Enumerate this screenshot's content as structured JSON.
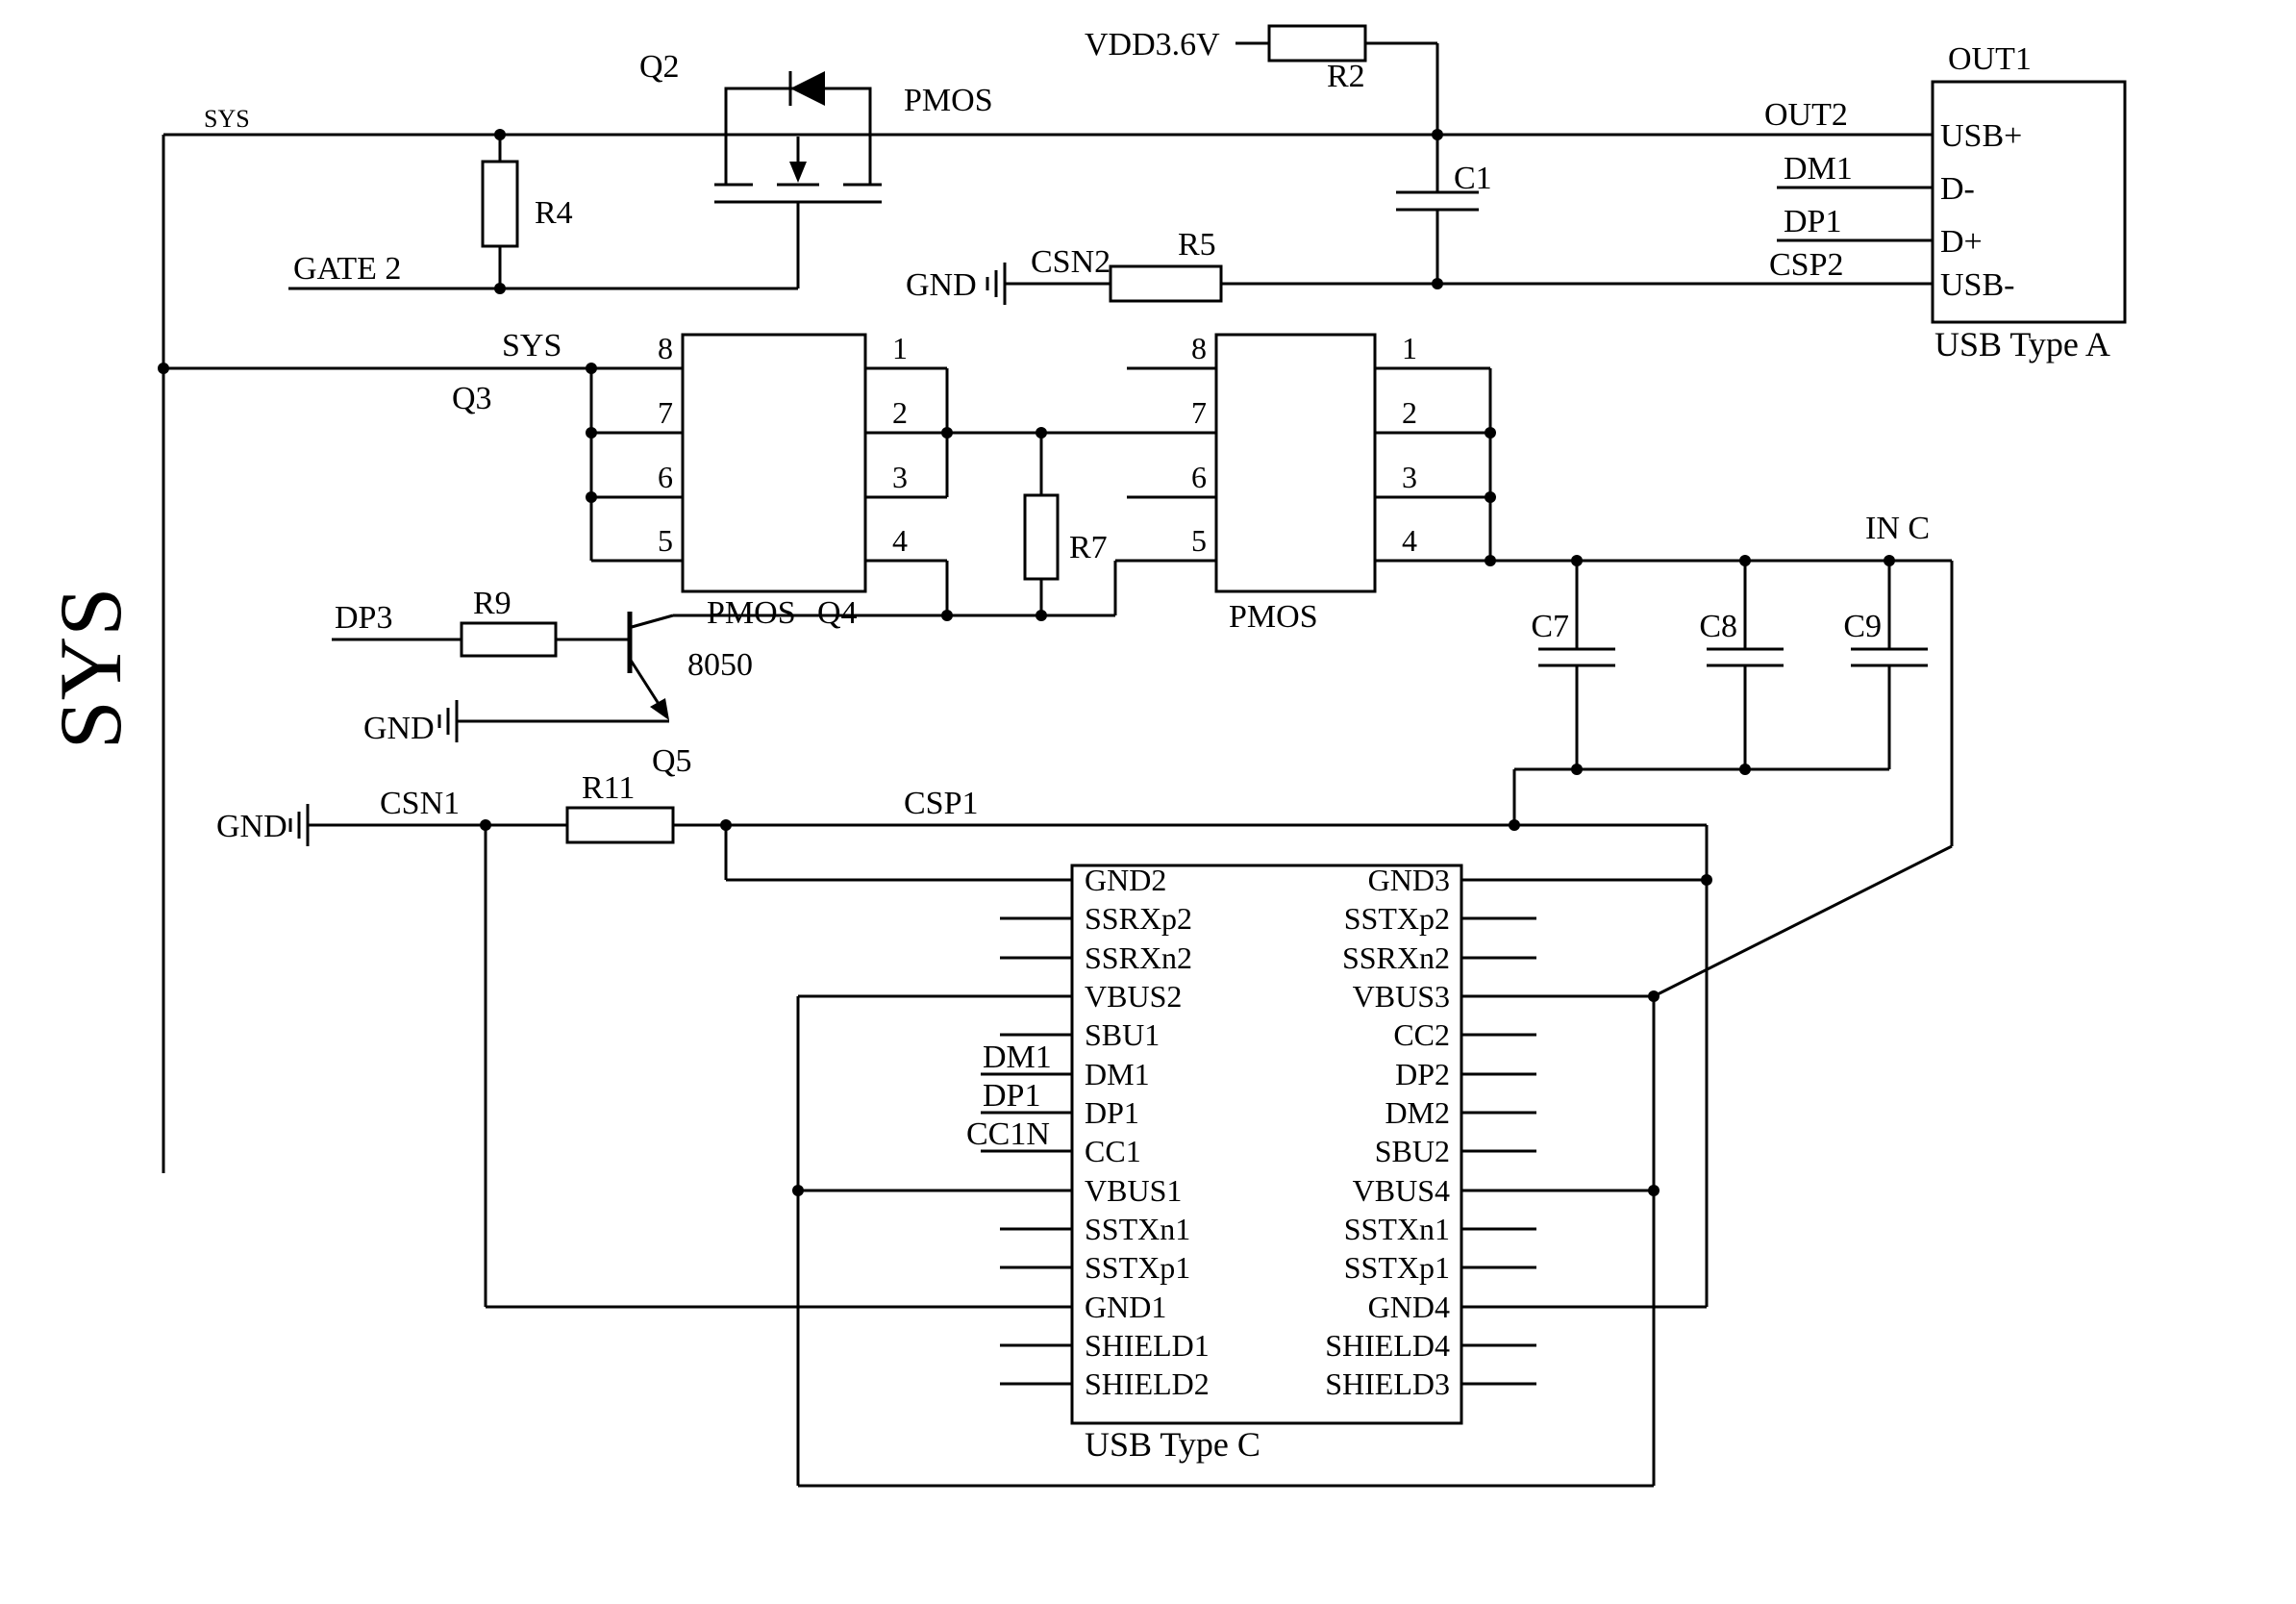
{
  "nets": {
    "sys_small": "SYS",
    "sys_big": "SYS",
    "sys_mid": "SYS",
    "gate2": "GATE 2",
    "vdd": "VDD3.6V",
    "csn2": "CSN2",
    "out1": "OUT1",
    "out2": "OUT2",
    "dm1": "DM1",
    "dp1": "DP1",
    "csp2": "CSP2",
    "dp3": "DP3",
    "csn1": "CSN1",
    "csp1": "CSP1",
    "in_c": "IN C",
    "gnd": "GND"
  },
  "refs": {
    "q2": "Q2",
    "q3": "Q3",
    "q4": "Q4",
    "q5": "Q5",
    "r2": "R2",
    "r4": "R4",
    "r5": "R5",
    "r7": "R7",
    "r9": "R9",
    "r11": "R11",
    "c1": "C1",
    "c7": "C7",
    "c8": "C8",
    "c9": "C9",
    "pmos": "PMOS",
    "npn_8050": "8050"
  },
  "usb_a": {
    "title": "USB Type A",
    "pins": [
      "USB+",
      "D-",
      "D+",
      "USB-"
    ]
  },
  "ic1": {
    "left": [
      "8",
      "7",
      "6",
      "5"
    ],
    "right": [
      "1",
      "2",
      "3",
      "4"
    ],
    "type": "PMOS"
  },
  "ic2": {
    "left": [
      "8",
      "7",
      "6",
      "5"
    ],
    "right": [
      "1",
      "2",
      "3",
      "4"
    ],
    "type": "PMOS"
  },
  "usbc": {
    "title": "USB Type C",
    "left": [
      "GND2",
      "SSRXp2",
      "SSRXn2",
      "VBUS2",
      "SBU1",
      "DM1",
      "DP1",
      "CC1",
      "VBUS1",
      "SSTXn1",
      "SSTXp1",
      "GND1",
      "SHIELD1",
      "SHIELD2"
    ],
    "right": [
      "GND3",
      "SSTXp2",
      "SSRXn2",
      "VBUS3",
      "CC2",
      "DP2",
      "DM2",
      "SBU2",
      "VBUS4",
      "SSTXn1",
      "SSTXp1",
      "GND4",
      "SHIELD4",
      "SHIELD3"
    ],
    "ext_left": [
      "DM1",
      "DP1",
      "CC1N"
    ]
  },
  "colors": {
    "ink": "#000000",
    "bg": "#ffffff"
  }
}
